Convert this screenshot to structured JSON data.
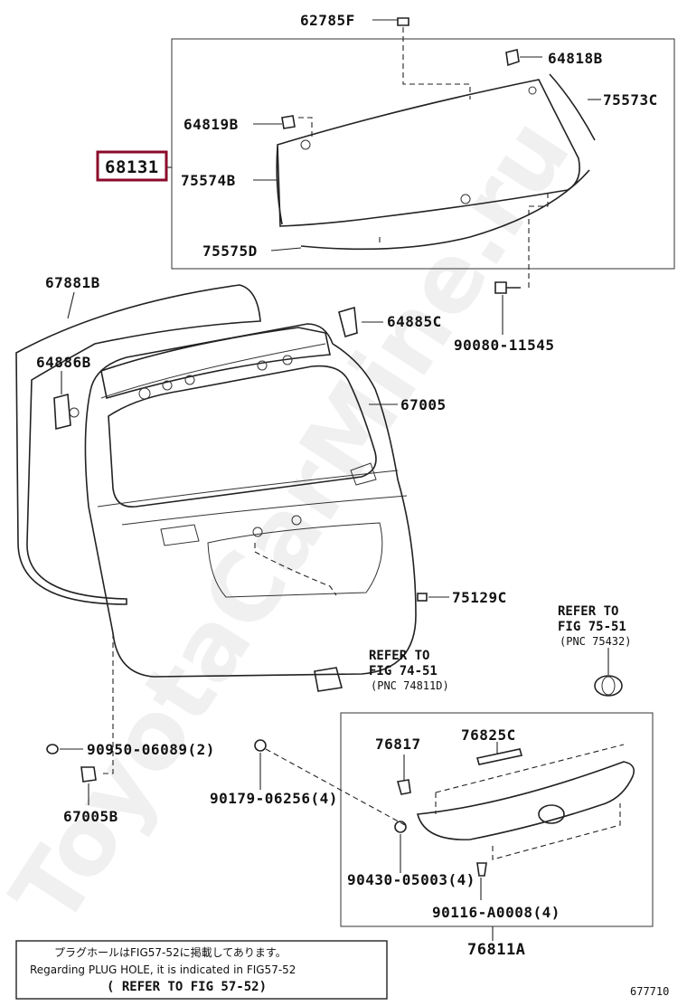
{
  "watermark": "ToyotaCarMine.ru",
  "diagram_id": "677710",
  "highlight_color": "#8b0a2a",
  "labels": {
    "p62785F": "62785F",
    "p64818B": "64818B",
    "p75573C": "75573C",
    "p64819B": "64819B",
    "p68131": "68131",
    "p75574B": "75574B",
    "p75575D": "75575D",
    "p67881B": "67881B",
    "p64885C": "64885C",
    "p90080": "90080-11545",
    "p64886B": "64886B",
    "p67005": "67005",
    "p75129C": "75129C",
    "p90950": "90950-06089(2)",
    "p67005B": "67005B",
    "p90179": "90179-06256(4)",
    "p76817": "76817",
    "p76825C": "76825C",
    "p90430": "90430-05003(4)",
    "p90116": "90116-A0008(4)",
    "p76811A": "76811A"
  },
  "refs": {
    "fig7451_1": "REFER TO",
    "fig7451_2": "FIG 74-51",
    "fig7451_3": "(PNC 74811D)",
    "fig7551_1": "REFER TO",
    "fig7551_2": "FIG 75-51",
    "fig7551_3": "(PNC 75432)"
  },
  "note": {
    "line1": "プラグホールはFIG57-52に掲載してあります。",
    "line2": "Regarding PLUG HOLE, it is indicated in FIG57-52",
    "line3": "( REFER TO FIG 57-52)"
  }
}
